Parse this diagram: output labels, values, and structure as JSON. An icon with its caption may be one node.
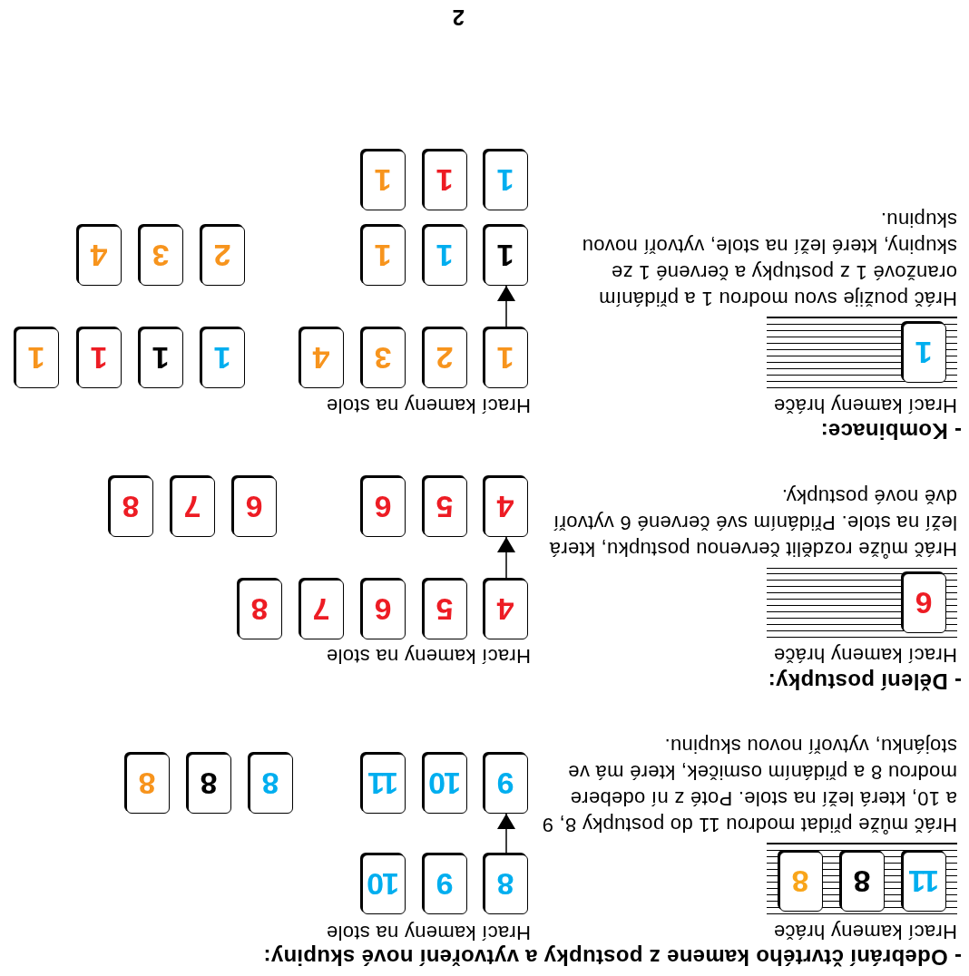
{
  "diagram": {
    "nodes": [
      {
        "text": [],
        "shape": "box",
        "beside": [
          "Hrací kameny hráče"
        ]
      },
      {
        "text": [
          "11"
        ],
        "in": 0
      },
      {
        "text": [
          "8"
        ],
        "in": 0
      },
      {
        "text": [
          "8"
        ],
        "in": 0
      },
      {
        "text": [
          "8"
        ]
      },
      {
        "text": [
          "9"
        ]
      },
      {
        "text": [
          "10"
        ]
      },
      {
        "text": [
          "9"
        ]
      },
      {
        "text": [
          "10"
        ]
      },
      {
        "text": [
          "11"
        ]
      },
      {
        "text": [
          "8"
        ]
      },
      {
        "text": [
          "8"
        ]
      },
      {
        "text": [
          "8"
        ]
      },
      {
        "text": [],
        "shape": "box",
        "beside": [
          "Hrací kameny hráče"
        ]
      },
      {
        "text": [
          "6"
        ],
        "in": 13
      },
      {
        "text": [
          "4"
        ]
      },
      {
        "text": [
          "5"
        ]
      },
      {
        "text": [
          "6"
        ]
      },
      {
        "text": [
          "7"
        ]
      },
      {
        "text": [
          "8"
        ]
      },
      {
        "text": [
          "4"
        ]
      },
      {
        "text": [
          "5"
        ]
      },
      {
        "text": [
          "6"
        ]
      },
      {
        "text": [
          "6"
        ]
      },
      {
        "text": [
          "7"
        ]
      },
      {
        "text": [
          "8"
        ]
      },
      {
        "text": [],
        "shape": "box",
        "beside": [
          "Hrací kameny hráče"
        ]
      },
      {
        "text": [
          "1"
        ],
        "in": 26
      },
      {
        "text": [
          "1"
        ]
      },
      {
        "text": [
          "2"
        ]
      },
      {
        "text": [
          "3"
        ]
      },
      {
        "text": [
          "4"
        ]
      },
      {
        "text": [
          "1"
        ]
      },
      {
        "text": [
          "1"
        ]
      },
      {
        "text": [
          "1"
        ]
      },
      {
        "text": [
          "1"
        ]
      },
      {
        "text": [
          "1"
        ]
      },
      {
        "text": [
          "1"
        ]
      },
      {
        "text": [
          "1"
        ]
      },
      {
        "text": [
          "2"
        ]
      },
      {
        "text": [
          "3"
        ]
      },
      {
        "text": [
          "4"
        ]
      },
      {
        "text": [
          "1"
        ]
      },
      {
        "text": [
          "1"
        ]
      },
      {
        "text": [
          "1"
        ]
      }
    ],
    "edges": [
      {
        "from": 4,
        "to": 7,
        "arrow": "to"
      },
      {
        "from": 15,
        "to": 20,
        "arrow": "to"
      },
      {
        "from": 28,
        "to": 36,
        "arrow": "to"
      }
    ],
    "labels": [
      "- Odebrání čtvrtého kamene z postupky a vytvoření nové skupiny:",
      "Hrací kameny na stole",
      "Hráč může přidat modrou 11 do postupky 8, 9 a 10, která leží na stole. Poté z ní odebere modrou 8 a přidáním osmiček, které má ve stojánku, vytvoří novou skupinu.",
      "- Dělení postupky:",
      "Hrací kameny na stole",
      "Hráč může rozdělit červenou postupku, která leží na stole. Přidáním své červené 6 vytvoří dvě nové postupky.",
      "- Kombinace:",
      "Hrací kameny na stole",
      "Hráč použije svou modrou 1 a přidáním oranžové 1 z postupky a červené 1 ze skupiny, které leží na stole, vytvoří novou skupinu.",
      "2"
    ]
  }
}
